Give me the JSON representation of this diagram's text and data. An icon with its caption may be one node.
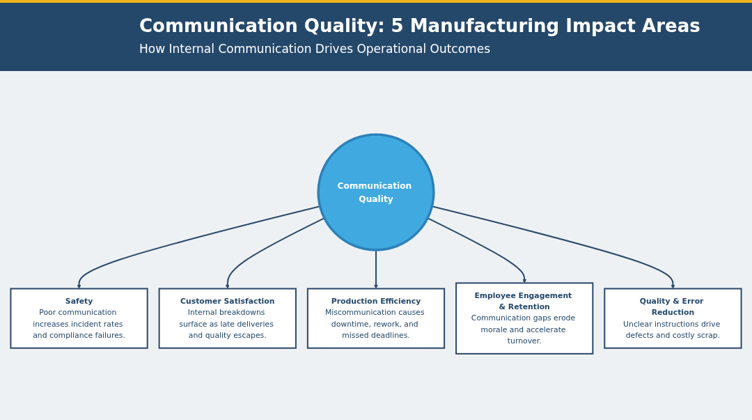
{
  "diagram": {
    "title": "Communication Quality: 5 Manufacturing Impact Areas",
    "nodes": [
      {
        "text": [
          "Communication Quality"
        ]
      },
      {
        "text": [
          "Safety",
          "Poor communication increases incident rates and compliance failures."
        ]
      },
      {
        "text": [
          "Customer Satisfaction",
          "Internal breakdowns surface as late deliveries and quality escapes."
        ]
      },
      {
        "text": [
          "Production Efficiency",
          "Miscommunication causes downtime, rework, and missed deadlines."
        ]
      },
      {
        "text": [
          "Employee Engagement & Retention",
          "Communication gaps erode morale and accelerate turnover."
        ]
      },
      {
        "text": [
          "Quality & Error Reduction",
          "Unclear instructions drive defects and costly scrap."
        ]
      }
    ],
    "edges": [
      {
        "from": 0,
        "to": 1,
        "arrow": "to"
      },
      {
        "from": 0,
        "to": 2,
        "arrow": "to"
      },
      {
        "from": 0,
        "to": 3,
        "arrow": "to"
      },
      {
        "from": 0,
        "to": 4,
        "arrow": "to"
      },
      {
        "from": 0,
        "to": 5,
        "arrow": "to"
      }
    ],
    "labels": [
      "How Internal Communication Drives Operational Outcomes"
    ]
  }
}
